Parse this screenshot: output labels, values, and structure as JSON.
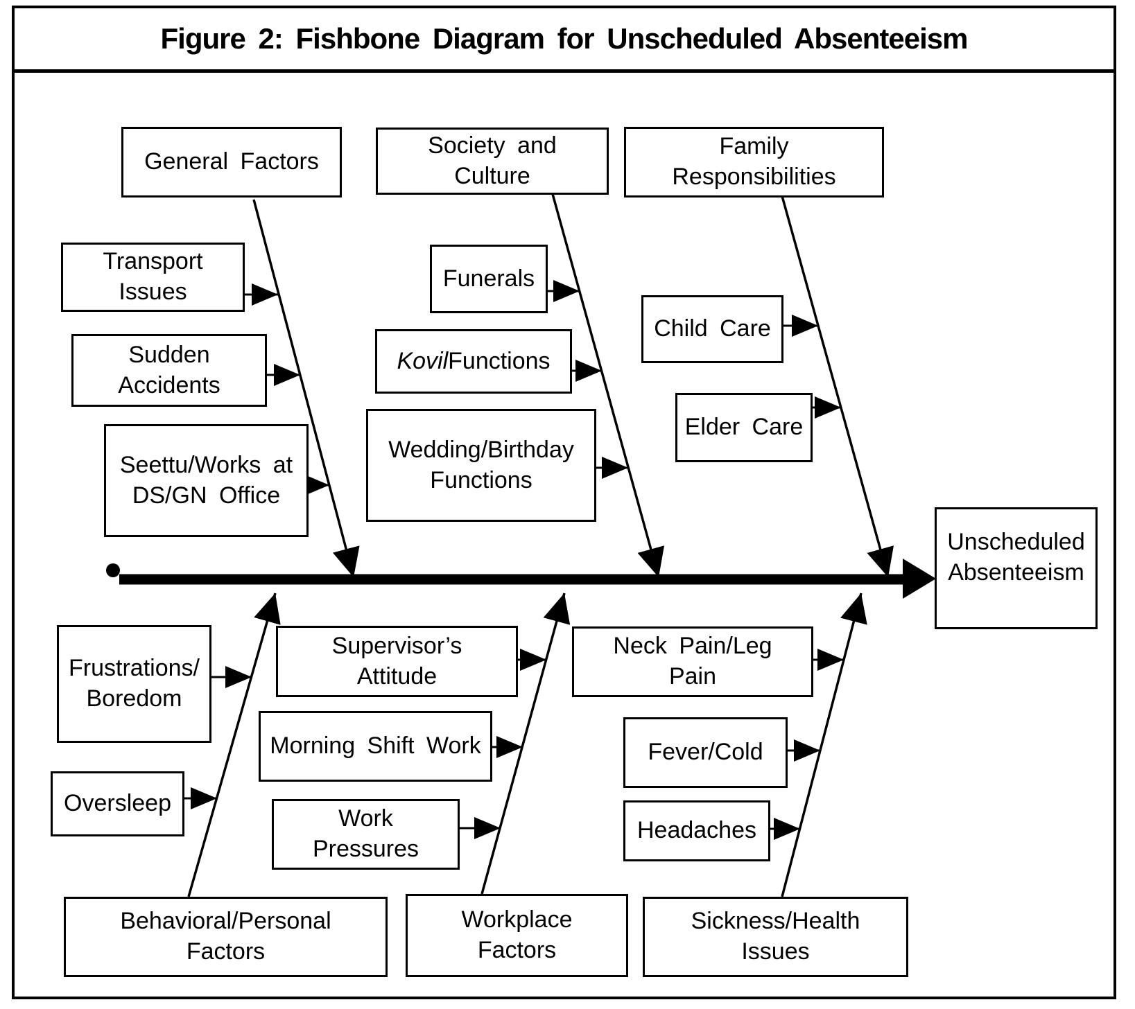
{
  "title": "Figure 2: Fishbone Diagram for Unscheduled Absenteeism",
  "effect": {
    "label": "Unscheduled\nAbsenteeism"
  },
  "categories": {
    "general": {
      "label": "General Factors"
    },
    "society": {
      "label": "Society and\nCulture"
    },
    "family": {
      "label": "Family\nResponsibilities"
    },
    "behavioral": {
      "label": "Behavioral/Personal\nFactors"
    },
    "workplace": {
      "label": "Workplace\nFactors"
    },
    "sickness": {
      "label": "Sickness/Health\nIssues"
    }
  },
  "causes": {
    "transport": {
      "label": "Transport\nIssues"
    },
    "sudden": {
      "label": "Sudden\nAccidents"
    },
    "seettu": {
      "label": "Seettu/Works at\nDS/GN Office"
    },
    "funerals": {
      "label": "Funerals"
    },
    "kovil": {
      "italic": "Kovil",
      "rest": " Functions"
    },
    "wedding": {
      "label": "Wedding/Birthday\nFunctions"
    },
    "childcare": {
      "label": "Child Care"
    },
    "eldercare": {
      "label": "Elder Care"
    },
    "frustrations": {
      "label": "Frustrations/\nBoredom"
    },
    "oversleep": {
      "label": "Oversleep"
    },
    "supervisor": {
      "label": "Supervisor’s\nAttitude"
    },
    "morning": {
      "label": "Morning Shift Work"
    },
    "pressures": {
      "label": "Work\nPressures"
    },
    "neckpain": {
      "label": "Neck Pain/Leg\nPain"
    },
    "fevercold": {
      "label": "Fever/Cold"
    },
    "headaches": {
      "label": "Headaches"
    }
  },
  "colors": {
    "ink": "#000000",
    "background": "#ffffff"
  }
}
